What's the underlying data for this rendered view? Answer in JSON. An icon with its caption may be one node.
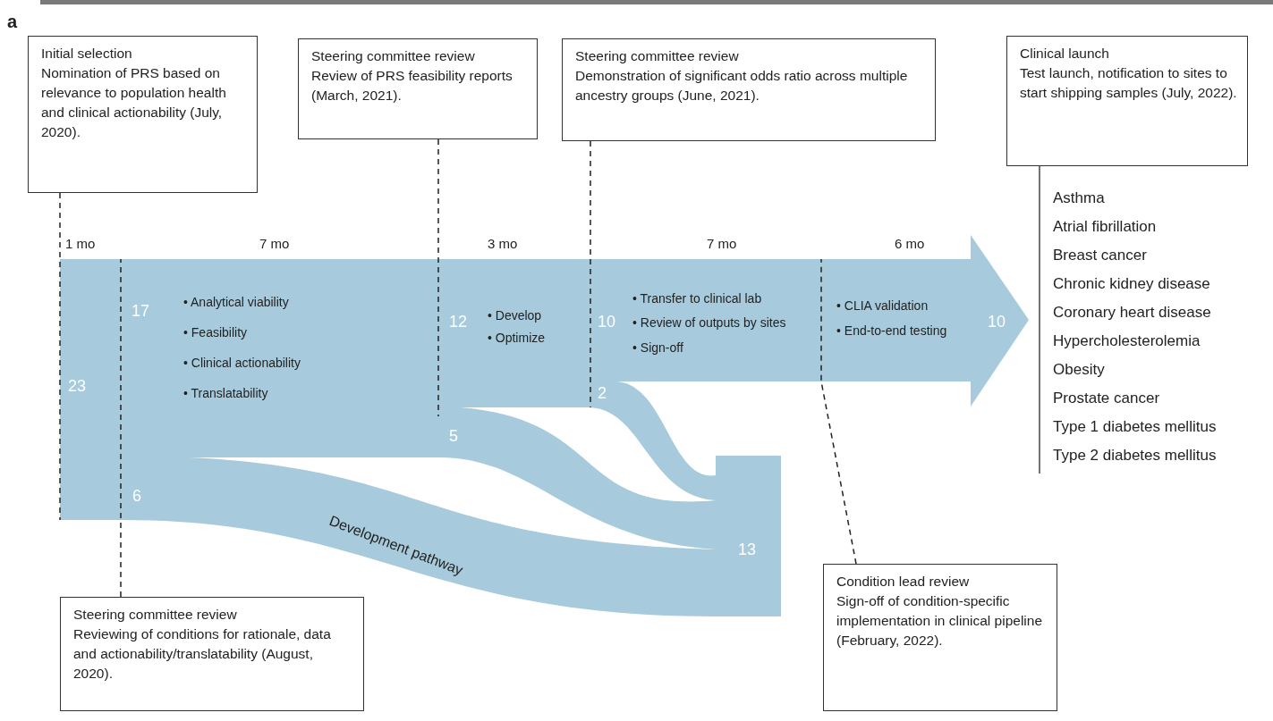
{
  "diagram": {
    "nodes": [
      {
        "text": [
          "Initial selection",
          "Nomination of PRS based on relevance to population health and clinical actionability (July, 2020)."
        ]
      },
      {
        "text": [
          "Steering committee review",
          "Review of PRS feasibility reports (March, 2021)."
        ]
      },
      {
        "text": [
          "Steering committee review",
          "Demonstration of significant odds ratio across multiple ancestry groups (June, 2021)."
        ]
      },
      {
        "text": [
          "Clinical launch",
          "Test launch, notification to sites to start shipping samples (July, 2022)."
        ]
      },
      {
        "text": [
          "Steering committee review",
          "Reviewing of conditions for rationale, data and actionability/translatability (August, 2020)."
        ]
      },
      {
        "text": [
          "Condition lead review",
          "Sign-off of condition-specific implementation in clinical pipeline (February, 2022)."
        ]
      }
    ],
    "edges": [
      {
        "from": 0,
        "to": null,
        "arrow": "none",
        "style": "dashed"
      },
      {
        "from": 1,
        "to": null,
        "arrow": "none",
        "style": "dashed"
      },
      {
        "from": 2,
        "to": null,
        "arrow": "none",
        "style": "dashed"
      },
      {
        "from": 4,
        "to": null,
        "arrow": "none",
        "style": "dashed"
      },
      {
        "from": 5,
        "to": null,
        "arrow": "none",
        "style": "dashed"
      }
    ],
    "labels": [
      "a",
      "1 mo",
      "7 mo",
      "3 mo",
      "7 mo",
      "6 mo",
      "17",
      "• Analytical viability",
      "• Feasibility",
      "• Clinical actionability",
      "• Translatability",
      "12",
      "• Develop",
      "• Optimize",
      "10",
      "• Transfer to clinical lab",
      "• Review of outputs by sites",
      "• Sign-off",
      "• CLIA validation",
      "• End-to-end testing",
      "10",
      "23",
      "2",
      "5",
      "6",
      "Development pathway",
      "13",
      "Asthma",
      "Atrial fibrillation",
      "Breast cancer",
      "Chronic kidney disease",
      "Coronary heart disease",
      "Hypercholesterolemia",
      "Obesity",
      "Prostate cancer",
      "Type 1 diabetes mellitus",
      "Type 2 diabetes mellitus"
    ]
  }
}
